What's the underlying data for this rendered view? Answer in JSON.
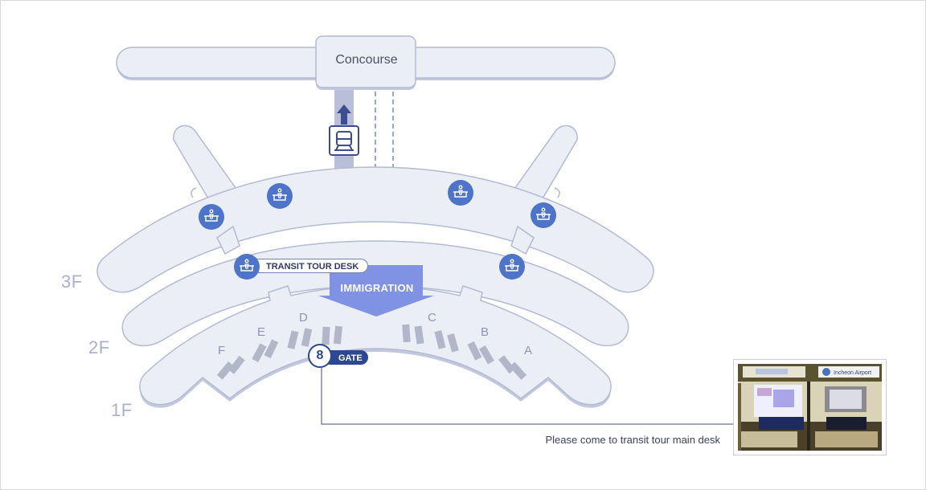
{
  "concourse": {
    "label": "Concourse"
  },
  "floors": [
    {
      "key": "3f",
      "label": "3F"
    },
    {
      "key": "2f",
      "label": "2F"
    },
    {
      "key": "1f",
      "label": "1F"
    }
  ],
  "immigration": {
    "label": "IMMIGRATION"
  },
  "transit_desk": {
    "label": "TRANSIT TOUR DESK",
    "icon": "transit-desk-icon"
  },
  "gate_marker": {
    "number": "8",
    "label": "GATE"
  },
  "gate_letters": [
    "A",
    "B",
    "C",
    "D",
    "E",
    "F"
  ],
  "shuttle": {
    "icon": "train-icon",
    "direction_icon": "arrow-up-icon"
  },
  "desk_icons": {
    "icon": "info-desk-icon",
    "count": 6
  },
  "photo": {
    "caption": "Please come to transit tour main desk",
    "signs": [
      "Incheon Airport"
    ]
  },
  "colors": {
    "building_fill": "#eceef6",
    "building_stroke": "#b4b9d4",
    "marker_blue": "#4d74c9",
    "immigration_arrow": "#7f92e3",
    "gate_navy": "#2c4890",
    "gate_gray": "#b2b6c9"
  }
}
